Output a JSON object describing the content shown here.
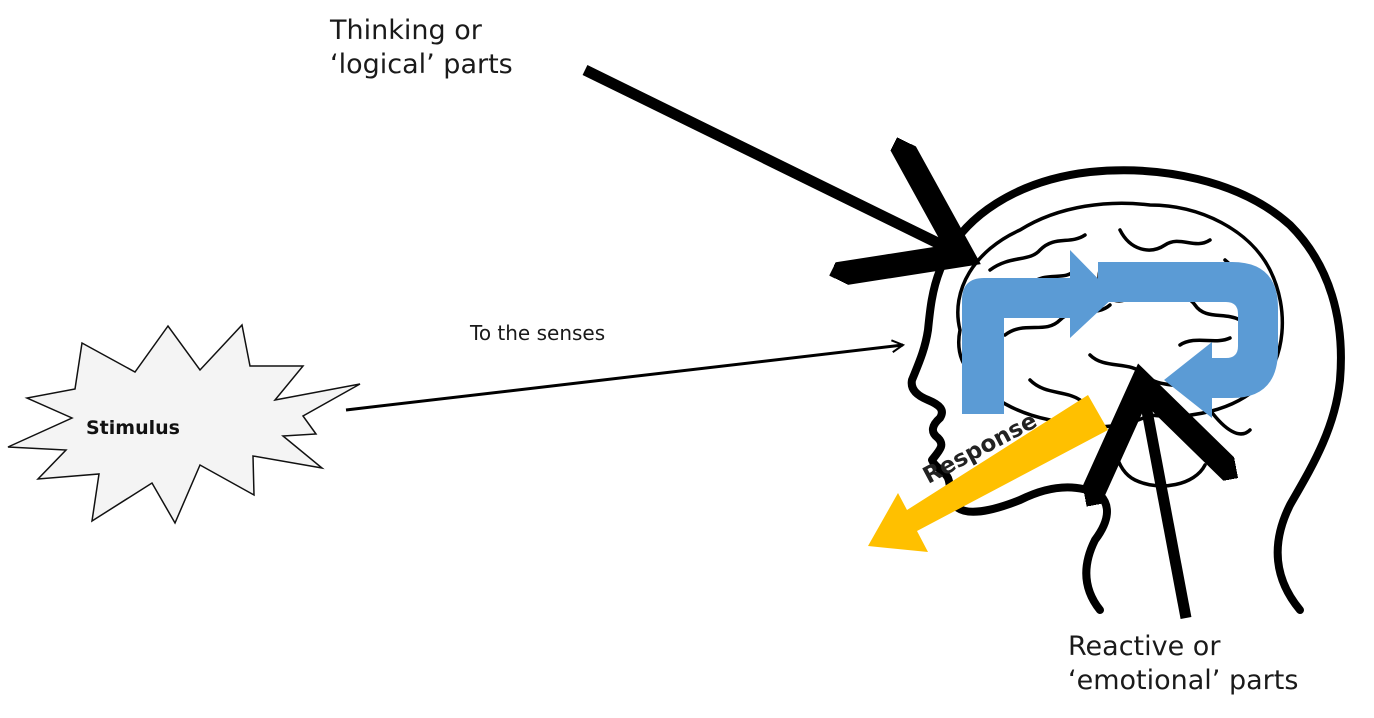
{
  "labels": {
    "thinking": "Thinking or\n‘logical’ parts",
    "senses": "To the senses",
    "stimulus": "Stimulus",
    "response": "Response",
    "reactive": "Reactive or\n‘emotional’ parts"
  },
  "colors": {
    "loop_arrow": "#5b9bd5",
    "response_arrow": "#ffc000",
    "line": "#000000",
    "burst_fill": "#f4f4f4"
  }
}
